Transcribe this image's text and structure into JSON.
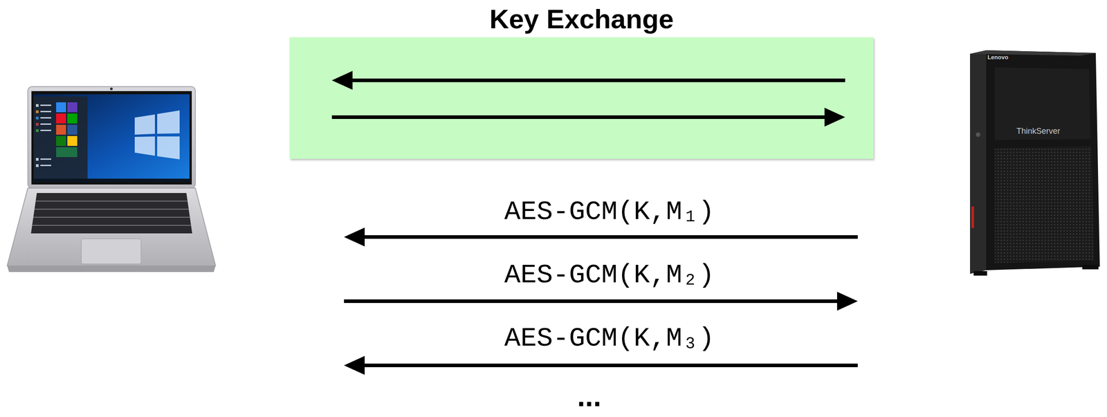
{
  "diagram": {
    "nodes": [
      {
        "text": [
          "Key Exchange"
        ]
      }
    ],
    "labels": [
      "AES-GCM(K,M₁)",
      "AES-GCM(K,M₂)",
      "AES-GCM(K,M₃)",
      "...",
      "Lenovo",
      "ThinkServer"
    ]
  }
}
